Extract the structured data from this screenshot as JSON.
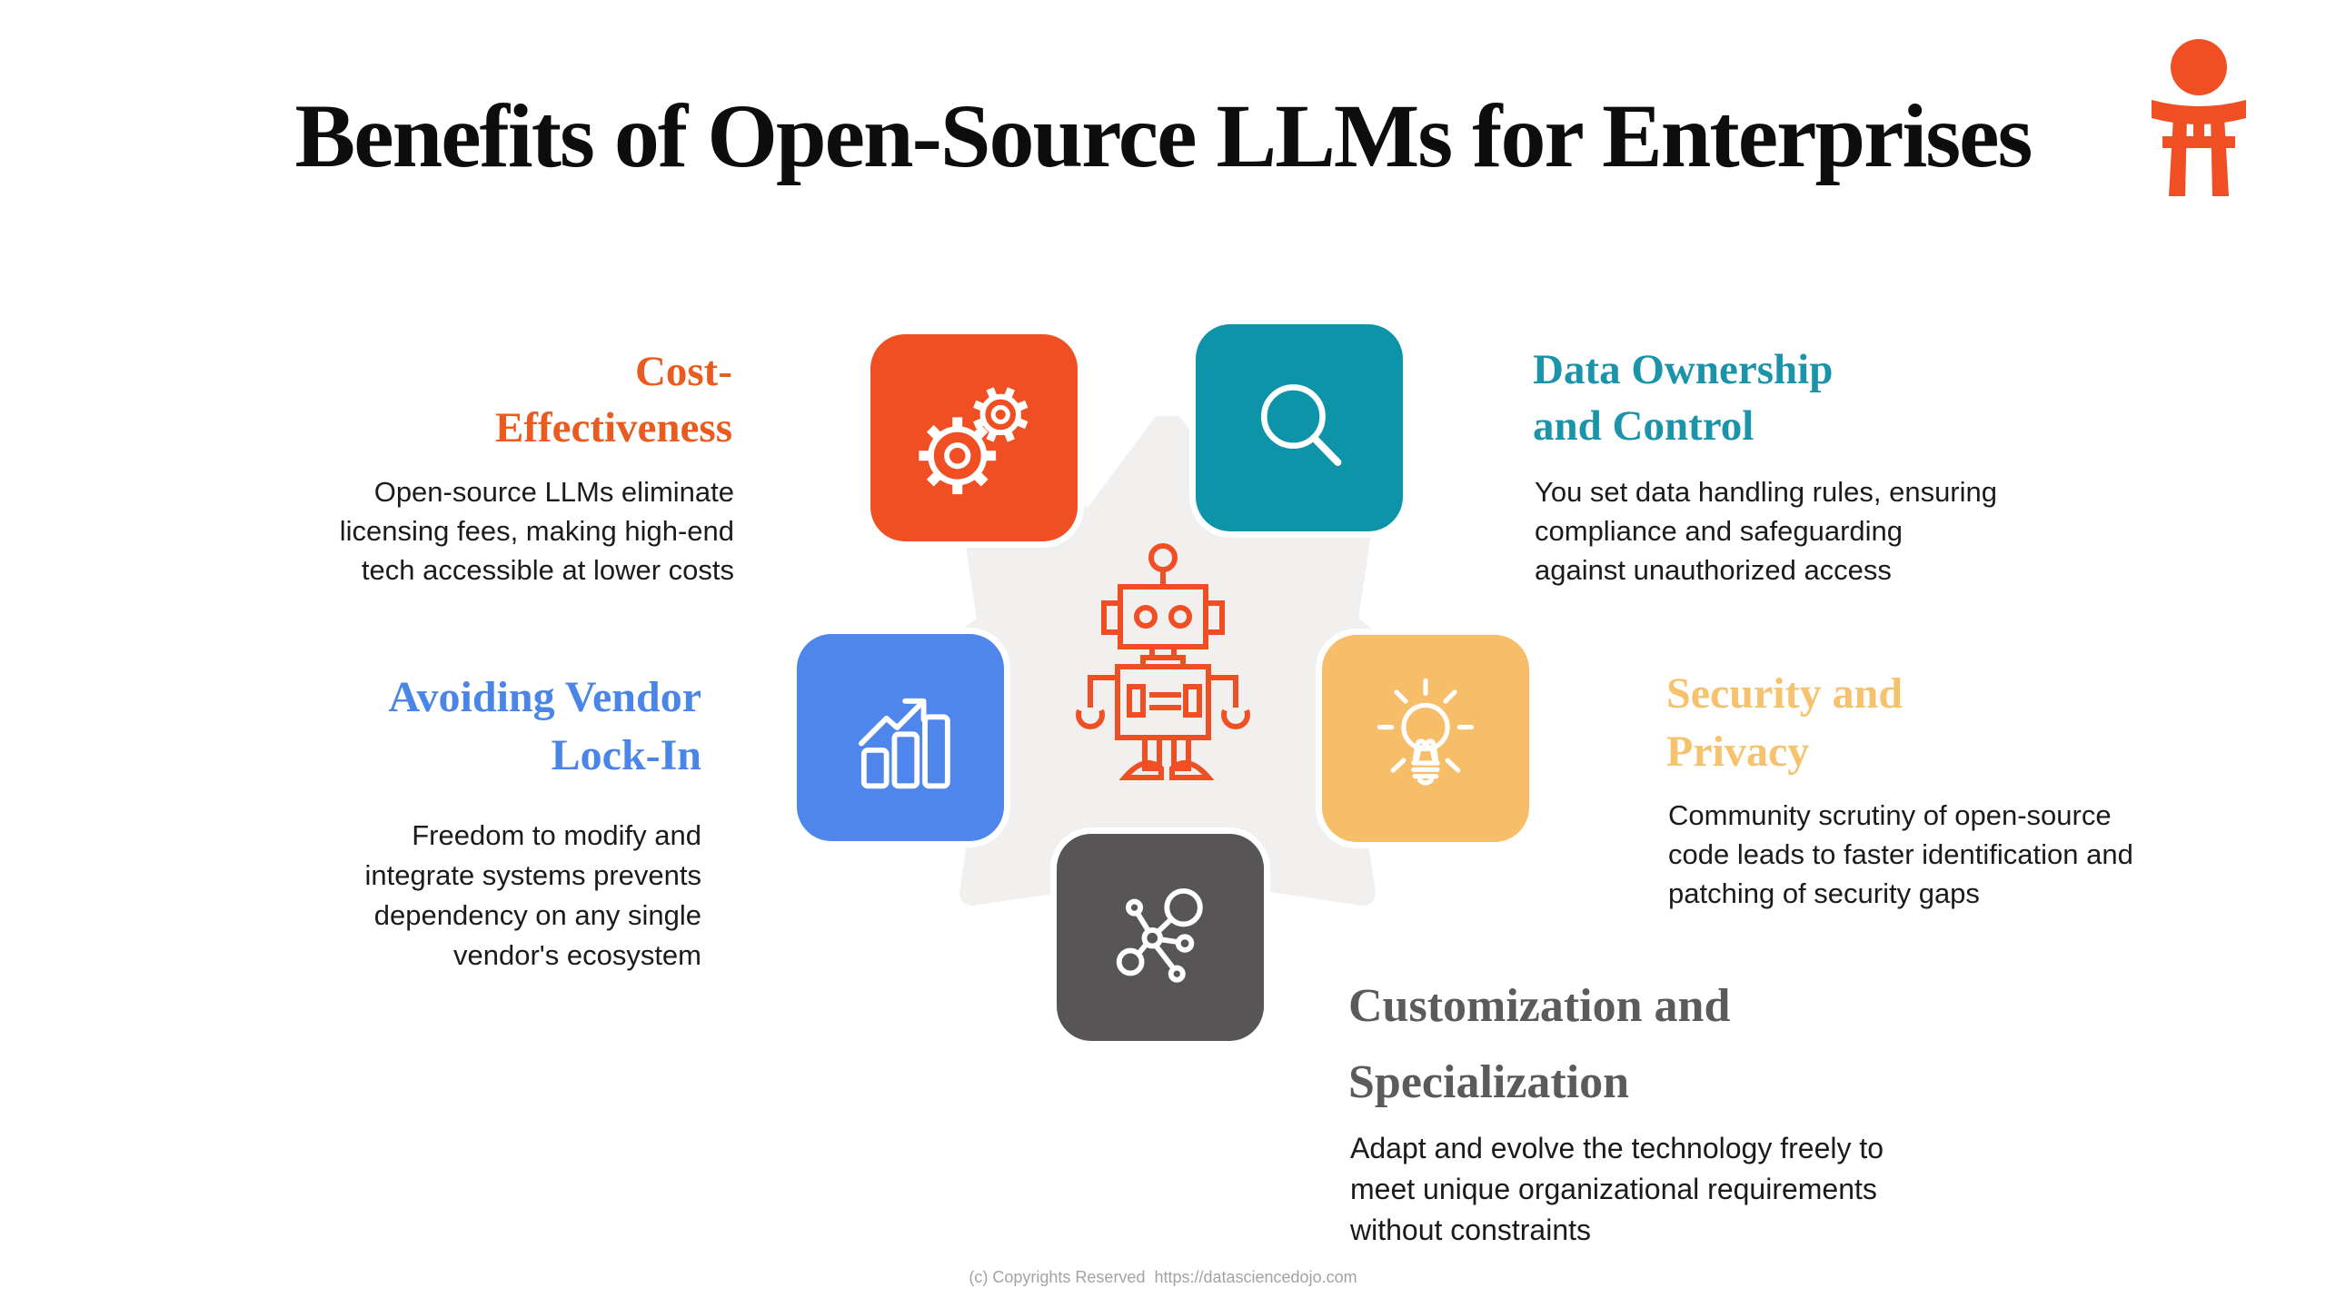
{
  "title": "Benefits of Open-Source LLMs for Enterprises",
  "footer": "(c) Copyrights Reserved  https://datasciencedojo.com",
  "logo": {
    "name": "Data Science Dojo torii logo",
    "color": "#F04E23"
  },
  "center": {
    "robot_color": "#F04E23",
    "burst_color": "#F1F0EF"
  },
  "sections": {
    "cost": {
      "heading": "Cost-\nEffectiveness",
      "body": "Open-source LLMs eliminate\nlicensing fees, making high-end\ntech accessible at lower costs",
      "heading_color": "#EA5B20",
      "tile_color": "#F04E23",
      "icon": "gears-icon"
    },
    "data_ownership": {
      "heading": "Data Ownership\nand Control",
      "body": "You set data handling rules, ensuring\ncompliance and safeguarding\nagainst unauthorized access",
      "heading_color": "#1B93A8",
      "tile_color": "#0D94A9",
      "icon": "magnifier-icon"
    },
    "vendor": {
      "heading": "Avoiding Vendor\nLock-In",
      "body": "Freedom to modify and\nintegrate systems prevents\ndependency on any single\nvendor's ecosystem",
      "heading_color": "#4A86E8",
      "tile_color": "#4E86EC",
      "icon": "bar-chart-icon"
    },
    "security": {
      "heading": "Security and\nPrivacy",
      "body": "Community scrutiny of open-source\ncode leads to faster identification and\npatching of security gaps",
      "heading_color": "#F6C26E",
      "tile_color": "#F7BE6A",
      "icon": "lightbulb-icon"
    },
    "customization": {
      "heading": "Customization and\nSpecialization",
      "body": "Adapt and evolve the technology freely to\nmeet unique organizational requirements\nwithout constraints",
      "heading_color": "#5B5B5B",
      "tile_color": "#575556",
      "icon": "network-icon"
    }
  }
}
